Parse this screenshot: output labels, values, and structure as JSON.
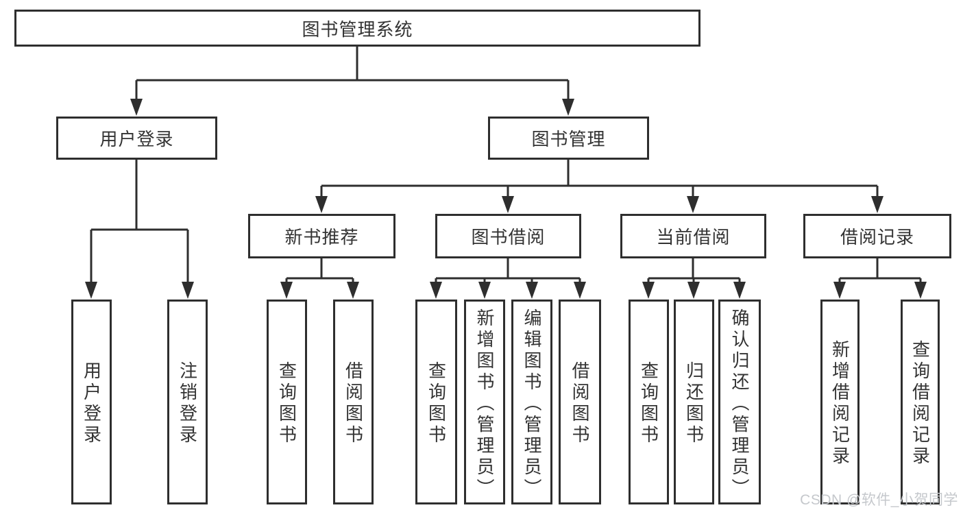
{
  "nodes": {
    "root": "图书管理系统",
    "user_login": "用户登录",
    "book_mgmt": "图书管理",
    "new_book": "新书推荐",
    "book_borrow": "图书借阅",
    "current_borrow": "当前借阅",
    "borrow_record": "借阅记录",
    "leaves": {
      "user_login": [
        "用户登录",
        "注销登录"
      ],
      "new_book": [
        "查询图书",
        "借阅图书"
      ],
      "book_borrow": [
        "查询图书",
        "新增图书（管理员）",
        "编辑图书（管理员）",
        "借阅图书"
      ],
      "current_borrow": [
        "查询图书",
        "归还图书",
        "确认归还（管理员）"
      ],
      "borrow_record": [
        "新增借阅记录",
        "查询借阅记录"
      ]
    }
  },
  "watermark": "CSDN @软件_小贺同学",
  "colors": {
    "line": "#2e2e2e",
    "text": "#333333",
    "watermark": "#c5c8cc",
    "background": "#ffffff"
  }
}
